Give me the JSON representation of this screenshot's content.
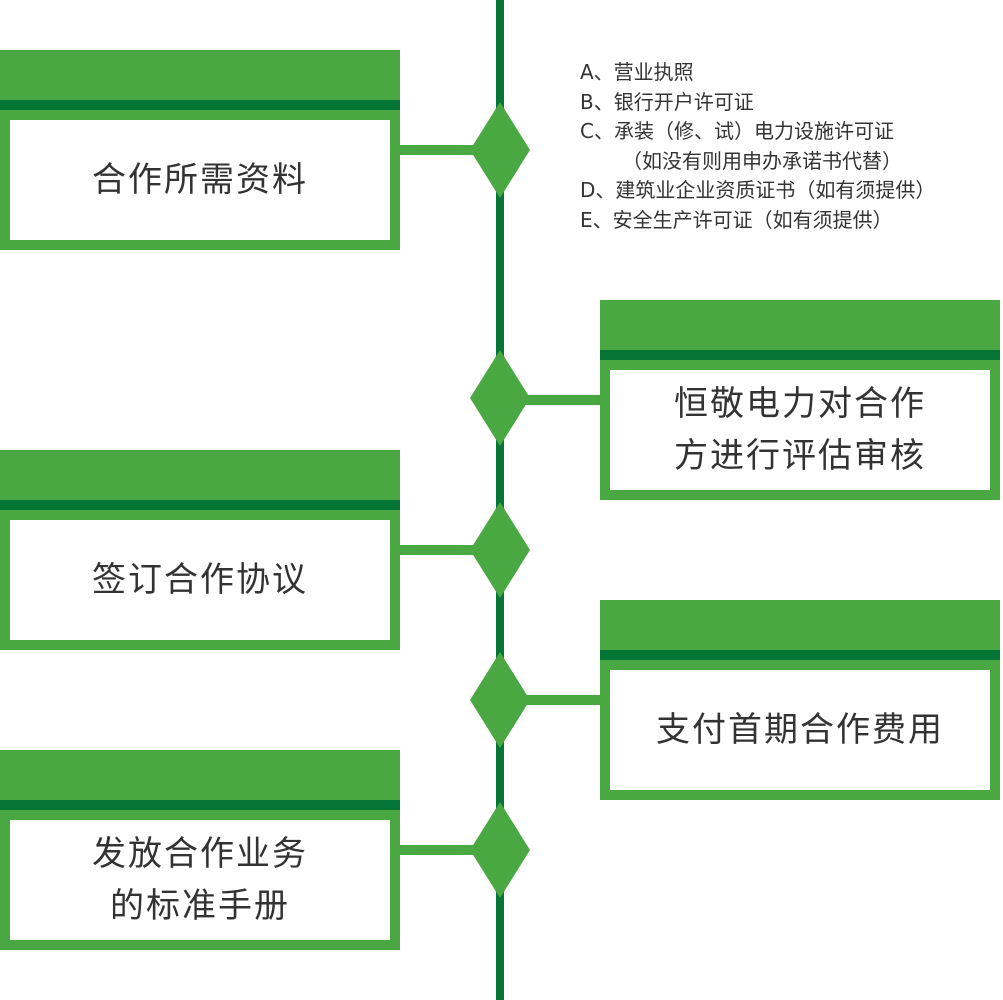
{
  "colors": {
    "spine": "#057635",
    "accent": "#4aa842",
    "text": "#333333"
  },
  "steps": [
    {
      "label": "合作所需资料"
    },
    {
      "label": "恒敬电力对合作\n方进行评估审核"
    },
    {
      "label": "签订合作协议"
    },
    {
      "label": "支付首期合作费用"
    },
    {
      "label": "发放合作业务\n的标准手册"
    }
  ],
  "materials": [
    "A、营业执照",
    "B、银行开户许可证",
    "C、承装（修、试）电力设施许可证",
    "（如没有则用申办承诺书代替）",
    "D、建筑业企业资质证书（如有须提供）",
    "E、安全生产许可证（如有须提供）"
  ]
}
